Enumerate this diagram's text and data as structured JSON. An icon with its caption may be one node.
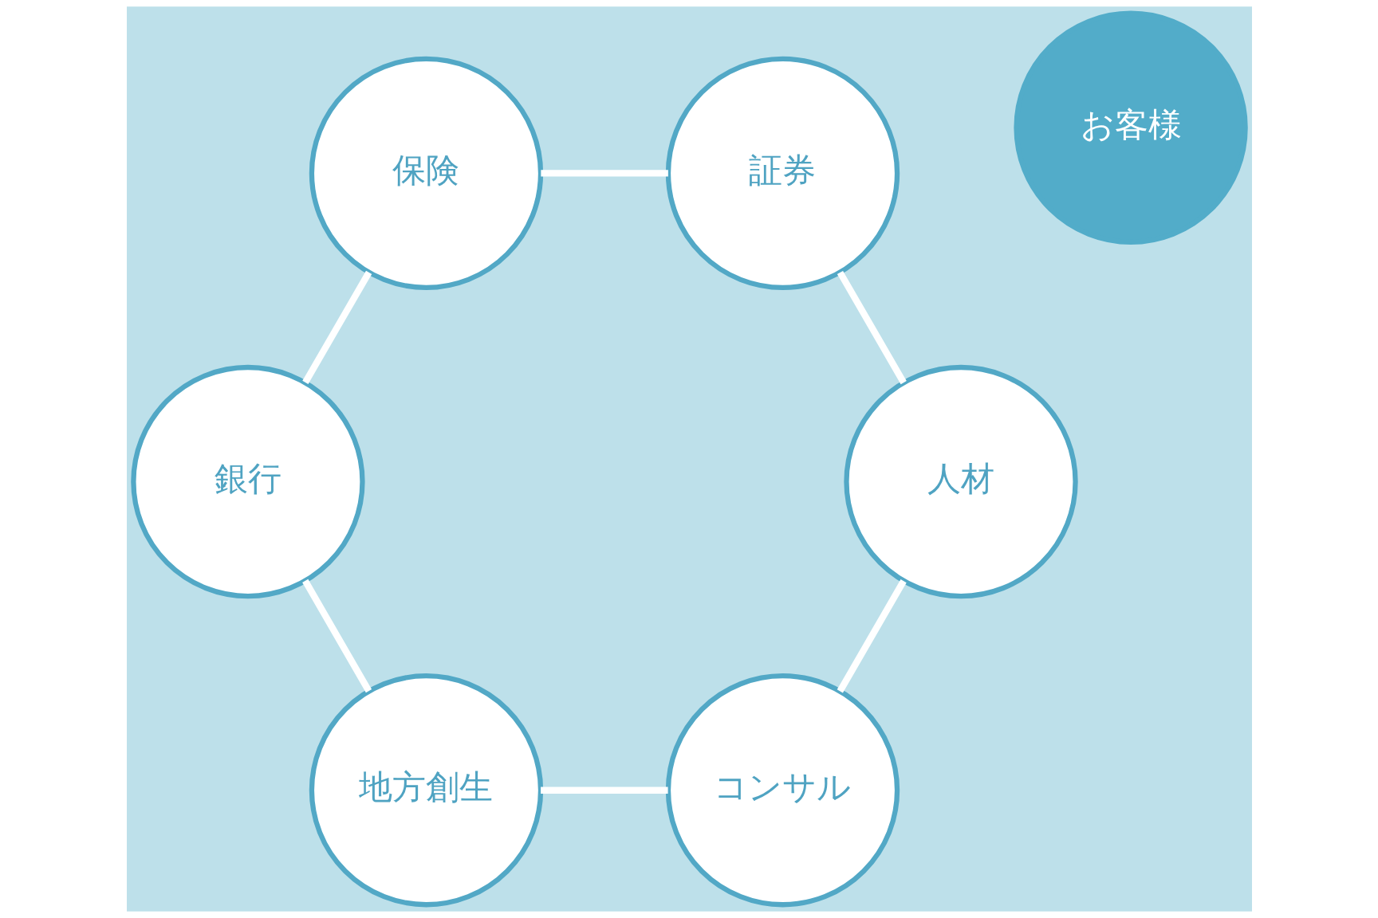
{
  "diagram": {
    "nodes": [
      {
        "text": [
          "コンサル"
        ]
      },
      {
        "text": [
          "人材"
        ]
      },
      {
        "text": [
          "地方創生"
        ]
      },
      {
        "text": [
          "お客様"
        ]
      },
      {
        "text": [
          "証券"
        ]
      },
      {
        "text": [
          "銀行"
        ]
      },
      {
        "text": [
          "保険"
        ]
      }
    ],
    "edges": [
      {
        "from": 0,
        "to": 2,
        "arrow": "none"
      },
      {
        "from": 2,
        "to": 5,
        "arrow": "none"
      },
      {
        "from": 5,
        "to": 6,
        "arrow": "none"
      },
      {
        "from": 6,
        "to": 4,
        "arrow": "none"
      },
      {
        "from": 4,
        "to": 1,
        "arrow": "none"
      },
      {
        "from": 1,
        "to": 0,
        "arrow": "none"
      }
    ]
  }
}
